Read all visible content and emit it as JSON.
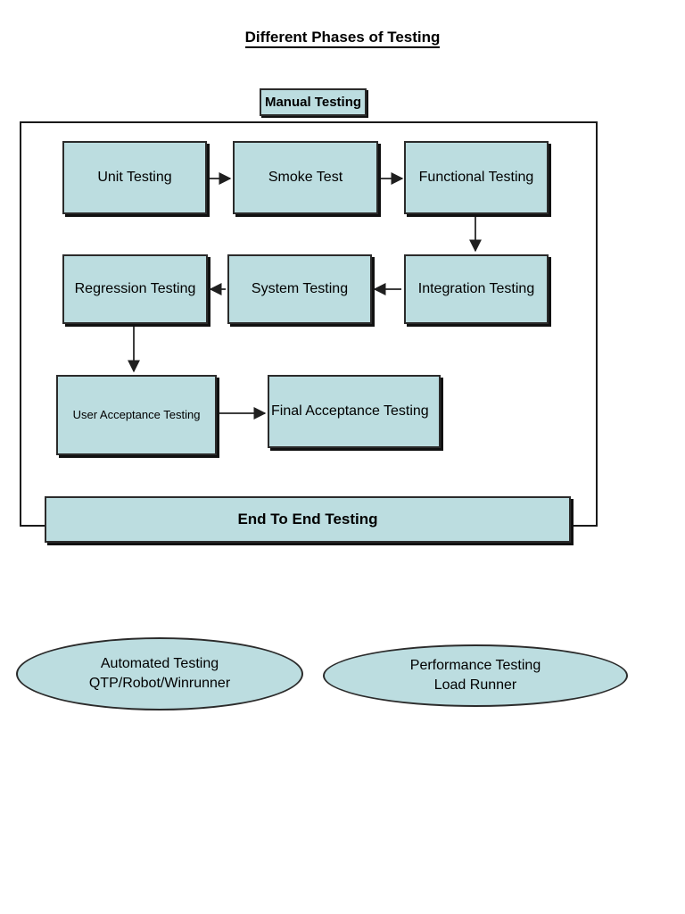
{
  "page": {
    "title": "Different Phases of Testing",
    "background_color": "#ffffff"
  },
  "colors": {
    "box_fill": "#bcdde0",
    "box_border": "#2b2b2b",
    "box_shadow": "#111111",
    "connector": "#3d3d3d",
    "text": "#000000"
  },
  "group": {
    "label": "Manual Testing"
  },
  "nodes": {
    "unit_testing": "Unit Testing",
    "smoke_test": "Smoke Test",
    "functional_testing": "Functional Testing",
    "integration_testing": "Integration Testing",
    "system_testing": "System Testing",
    "regression_testing": "Regression Testing",
    "user_acceptance_testing": "User Acceptance Testing",
    "final_acceptance_testing": "Final Acceptance Testing",
    "end_to_end_testing": "End To End Testing"
  },
  "ellipses": [
    {
      "id": "automated-testing",
      "line1": "Automated Testing",
      "line2": "QTP/Robot/Winrunner"
    },
    {
      "id": "performance-testing",
      "line1": "Performance Testing",
      "line2": "Load Runner"
    }
  ],
  "flow": [
    {
      "from": "Unit Testing",
      "to": "Smoke Test",
      "direction": "right"
    },
    {
      "from": "Smoke Test",
      "to": "Functional Testing",
      "direction": "right"
    },
    {
      "from": "Functional Testing",
      "to": "Integration Testing",
      "direction": "down"
    },
    {
      "from": "Integration Testing",
      "to": "System Testing",
      "direction": "left"
    },
    {
      "from": "System Testing",
      "to": "Regression Testing",
      "direction": "left"
    },
    {
      "from": "Regression Testing",
      "to": "User Acceptance Testing",
      "direction": "down"
    },
    {
      "from": "User Acceptance Testing",
      "to": "Final Acceptance Testing",
      "direction": "right"
    }
  ]
}
